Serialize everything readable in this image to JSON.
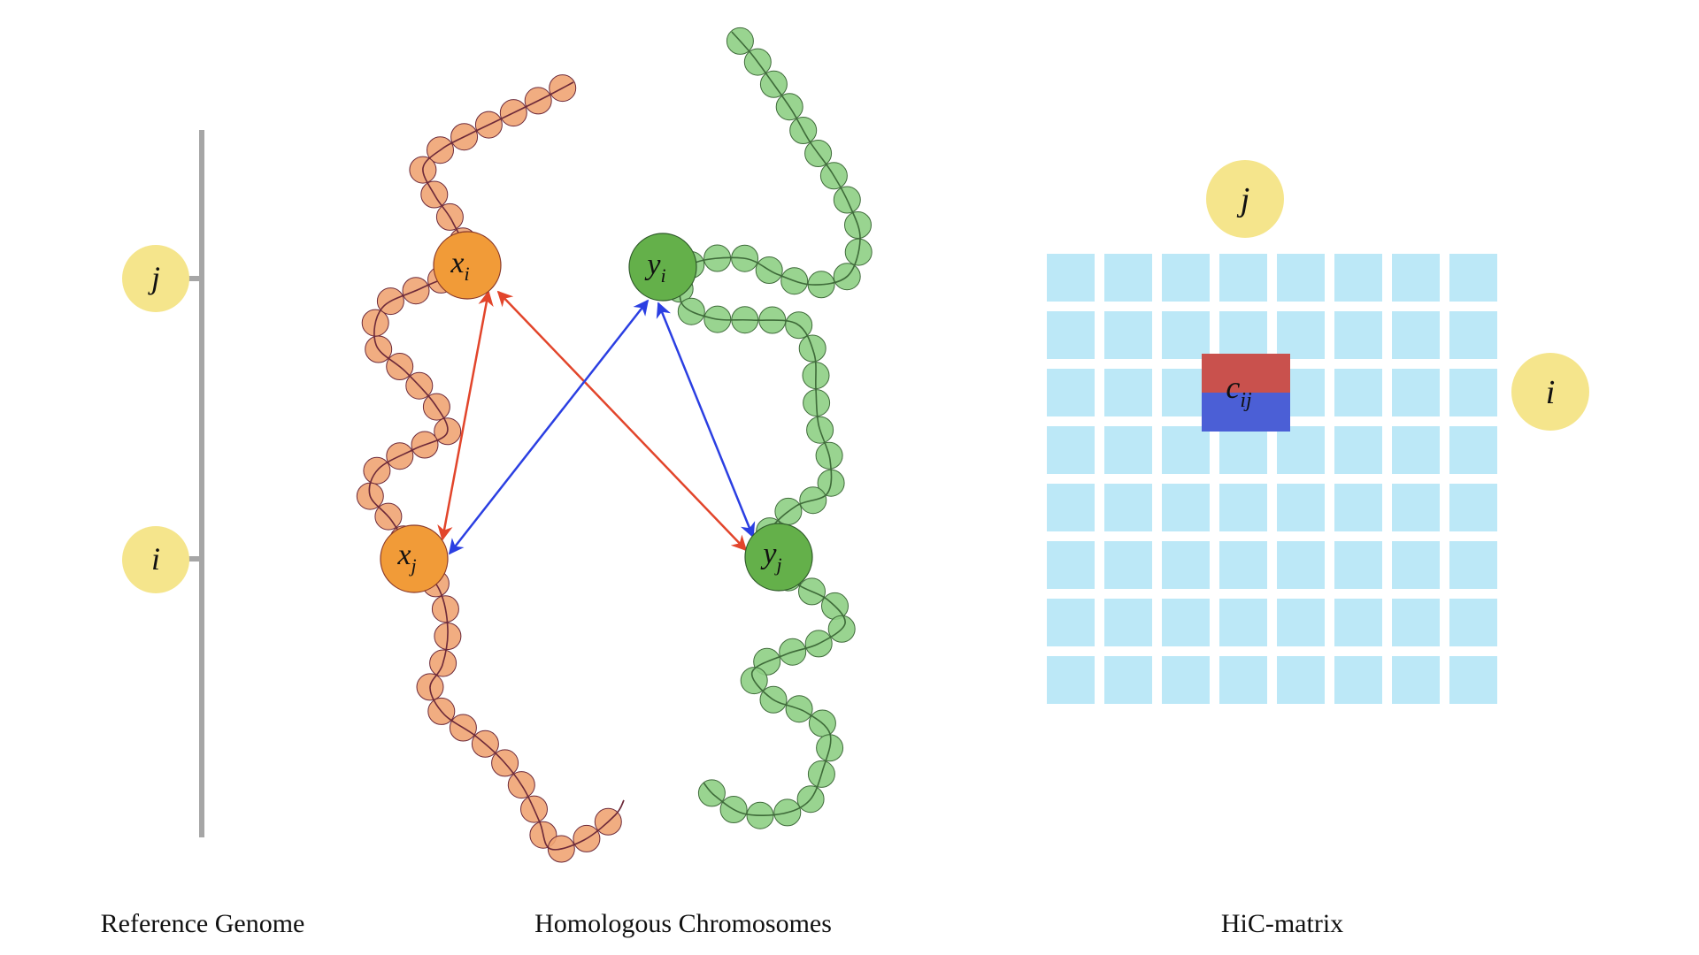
{
  "captions": {
    "reference_genome": "Reference Genome",
    "homologous_chromosomes": "Homologous Chromosomes",
    "hic_matrix": "HiC-matrix"
  },
  "reference": {
    "marker_j": "j",
    "marker_i": "i"
  },
  "chromosome_x": {
    "letter": "x",
    "locus_i_sub": "i",
    "locus_j_sub": "j"
  },
  "chromosome_y": {
    "letter": "y",
    "locus_i_sub": "i",
    "locus_j_sub": "j"
  },
  "matrix": {
    "rows": 8,
    "cols": 8,
    "column_label": "j",
    "row_label": "i",
    "cell_letter": "c",
    "cell_sub": "ij",
    "highlight_row": 2,
    "highlight_col": 3
  },
  "colors": {
    "axis_gray": "#a6a6a6",
    "marker_yellow": "#f5e58c",
    "chrom_x_bead": "#f0a473",
    "chrom_x_locus": "#f19b38",
    "chrom_x_line": "#6d2a3a",
    "chrom_y_bead": "#8ecf84",
    "chrom_y_locus": "#64b04a",
    "chrom_y_line": "#3f6b3a",
    "arrow_red": "#e2452b",
    "arrow_blue": "#2b3fe2",
    "matrix_cell": "#bce8f7",
    "cell_red": "#c9514d",
    "cell_blue": "#4b5fd6"
  }
}
